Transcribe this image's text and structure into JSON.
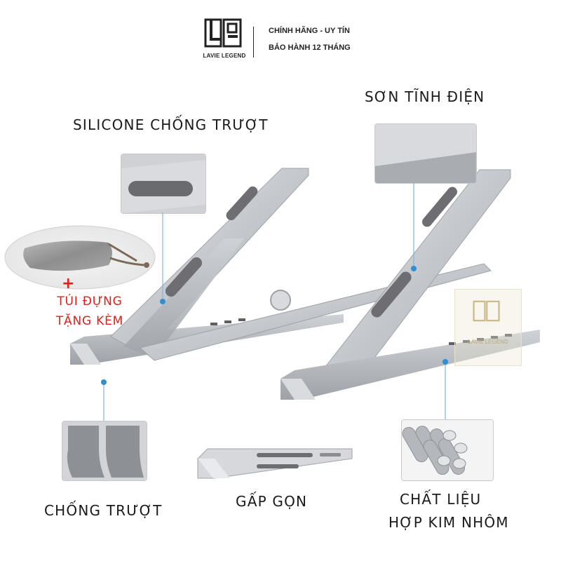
{
  "brand": {
    "logo_text": "L9",
    "name": "LAVIE LEGEND",
    "tagline_1": "CHÍNH HÃNG - UY TÍN",
    "tagline_2": "BẢO HÀNH 12 THÁNG",
    "watermark_text": "LAVIE LEGEND"
  },
  "features": {
    "silicone": "SILICONE CHỐNG TRƯỢT",
    "paint": "SƠN TĨNH ĐIỆN",
    "anti_slip": "CHỐNG TRƯỢT",
    "foldable": "GẤP GỌN",
    "material_line1": "CHẤT LIỆU",
    "material_line2": "HỢP KIM NHÔM"
  },
  "gift": {
    "plus": "+",
    "line1": "TÚI ĐỰNG",
    "line2": "TẶNG KÈM"
  },
  "colors": {
    "accent_red": "#e0201b",
    "callout_blue": "#2f8fd0",
    "aluminum": "#c9ccd0",
    "pad_gray": "#6e6e72"
  }
}
